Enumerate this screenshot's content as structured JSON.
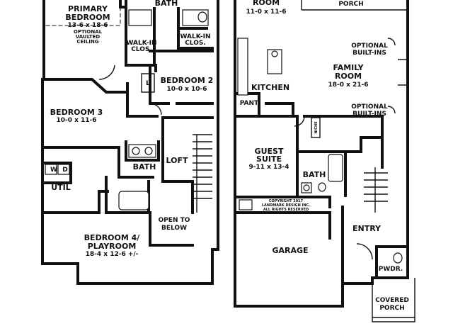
{
  "rooms": {
    "primary_bedroom": {
      "name_line1": "PRIMARY",
      "name_line2": "BEDROOM",
      "dims": "13-6 x 18-6",
      "note1": "OPTIONAL",
      "note2": "VAULTED",
      "note3": "CEILING"
    },
    "bath_top": {
      "name": "BATH"
    },
    "walk_in_closet_left": {
      "line1": "WALK-IN",
      "line2": "CLOS."
    },
    "walk_in_closet_right": {
      "line1": "WALK-IN",
      "line2": "CLOS."
    },
    "bedroom_2": {
      "name": "BEDROOM 2",
      "dims": "10-0 x 10-6"
    },
    "linen": {
      "name": "L"
    },
    "bedroom_3": {
      "name": "BEDROOM 3",
      "dims": "10-0 x 11-6"
    },
    "washer_dryer": {
      "w": "W",
      "d": "D"
    },
    "util": {
      "name": "UTIL"
    },
    "bath_upper": {
      "name": "BATH"
    },
    "loft": {
      "name": "LOFT"
    },
    "open_to_below": {
      "line1": "OPEN TO",
      "line2": "BELOW"
    },
    "bedroom_4": {
      "line1": "BEDROOM 4/",
      "line2": "PLAYROOM",
      "dims": "18-4 x 12-6 +/-"
    },
    "room_top": {
      "name": "ROOM",
      "dims": "11-0 x 11-6"
    },
    "porch_top": {
      "name": "PORCH"
    },
    "optional_builtins_1": {
      "line1": "OPTIONAL",
      "line2": "BUILT-INS"
    },
    "family_room": {
      "line1": "FAMILY",
      "line2": "ROOM",
      "dims": "18-0 x 21-6"
    },
    "kitchen": {
      "name": "KITCHEN"
    },
    "pantry": {
      "name": "PANT"
    },
    "optional_builtins_2": {
      "line1": "OPTIONAL",
      "line2": "BUILT-INS"
    },
    "niche": {
      "name": "NICHE"
    },
    "guest_suite": {
      "line1": "GUEST",
      "line2": "SUITE",
      "dims": "9-11 x 13-4"
    },
    "bath_lower": {
      "name": "BATH"
    },
    "garage": {
      "name": "GARAGE"
    },
    "entry": {
      "name": "ENTRY"
    },
    "powder": {
      "name": "PWDR."
    },
    "covered_porch": {
      "line1": "COVERED",
      "line2": "PORCH"
    }
  },
  "copyright": {
    "line1": "COPYRIGHT 2017",
    "line2": "LANDMARK DESIGN INC.",
    "line3": "ALL RIGHTS RESERVED"
  }
}
